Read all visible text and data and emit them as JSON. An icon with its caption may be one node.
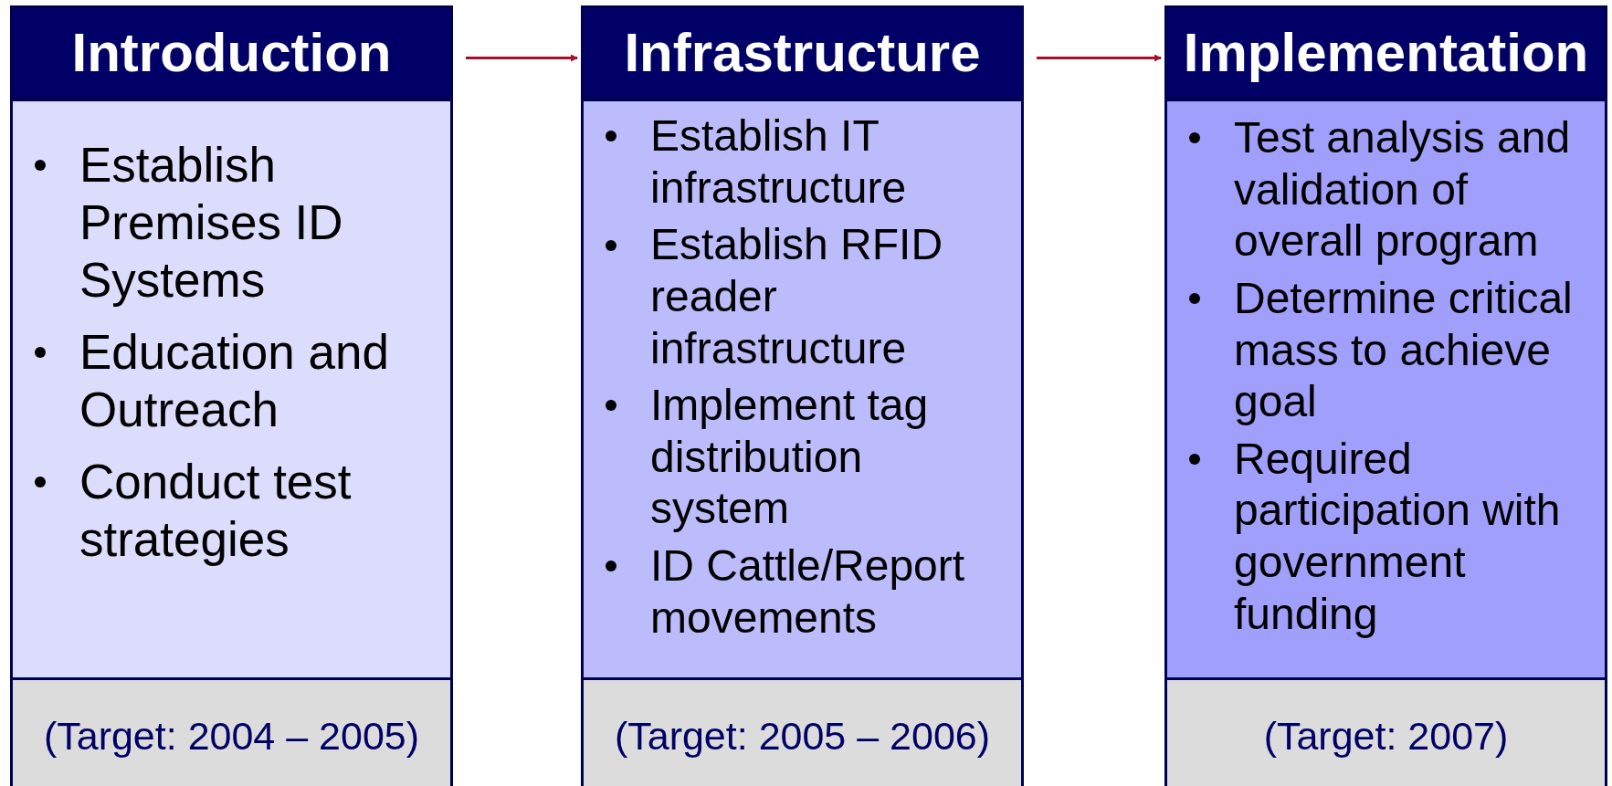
{
  "diagram": {
    "nodes": [
      {
        "text": [
          "Introduction"
        ]
      },
      {
        "text": [
          "Establish Premises ID Systems",
          "Education and Outreach",
          "Conduct test strategies"
        ]
      },
      {
        "text": [
          "(Target: 2004 – 2005)"
        ]
      },
      {
        "text": [
          "Infrastructure"
        ]
      },
      {
        "text": [
          "Establish IT infrastructure",
          "Establish RFID reader infrastructure",
          "Implement tag distribution system",
          "ID Cattle/Report movements"
        ]
      },
      {
        "text": [
          "(Target: 2005 – 2006)"
        ]
      },
      {
        "text": [
          "Implementation"
        ]
      },
      {
        "text": [
          "Test analysis and validation of overall program",
          "Determine critical mass to achieve goal",
          "Required participation with government funding"
        ]
      },
      {
        "text": [
          "(Target: 2007)"
        ]
      }
    ],
    "edges": [
      {
        "from": 0,
        "to": 3,
        "arrow": "to",
        "color": "#a50f2d"
      },
      {
        "from": 3,
        "to": 6,
        "arrow": "to",
        "color": "#a50f2d"
      }
    ]
  }
}
